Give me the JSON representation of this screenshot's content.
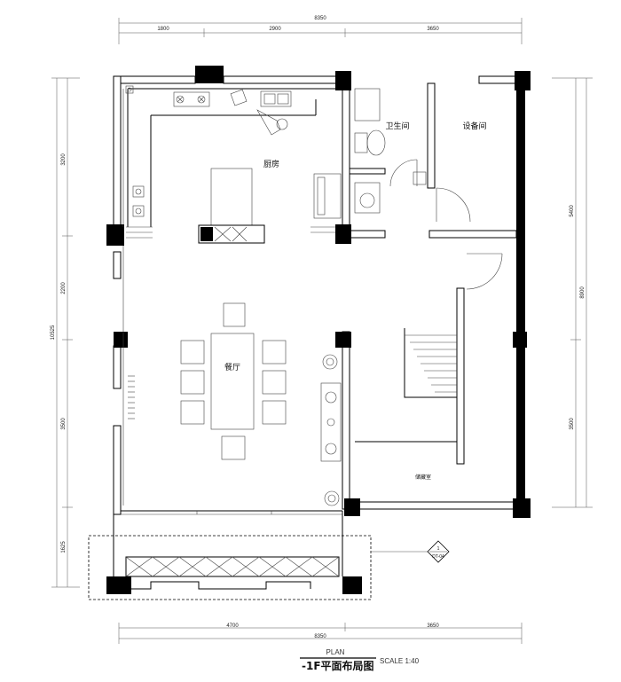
{
  "dimensions": {
    "top_total": "8350",
    "top_segments": [
      "1800",
      "2900",
      "3650"
    ],
    "left_total": "10525",
    "left_segments": [
      "3200",
      "2200",
      "3500",
      "1625"
    ],
    "right_total": "8900",
    "right_segments": [
      "5400",
      "3500"
    ],
    "bottom_segments": [
      "4700",
      "3650"
    ],
    "bottom_total": "8350"
  },
  "rooms": {
    "kitchen": "厨房",
    "bathroom": "卫生间",
    "equipment": "设备间",
    "dining": "餐厅",
    "storage": "储藏室"
  },
  "section_tag": {
    "number": "1",
    "ref": "DT-04"
  },
  "title_block": {
    "plan_label": "PLAN",
    "title": "-1F平面布局图",
    "scale": "SCALE 1:40"
  }
}
